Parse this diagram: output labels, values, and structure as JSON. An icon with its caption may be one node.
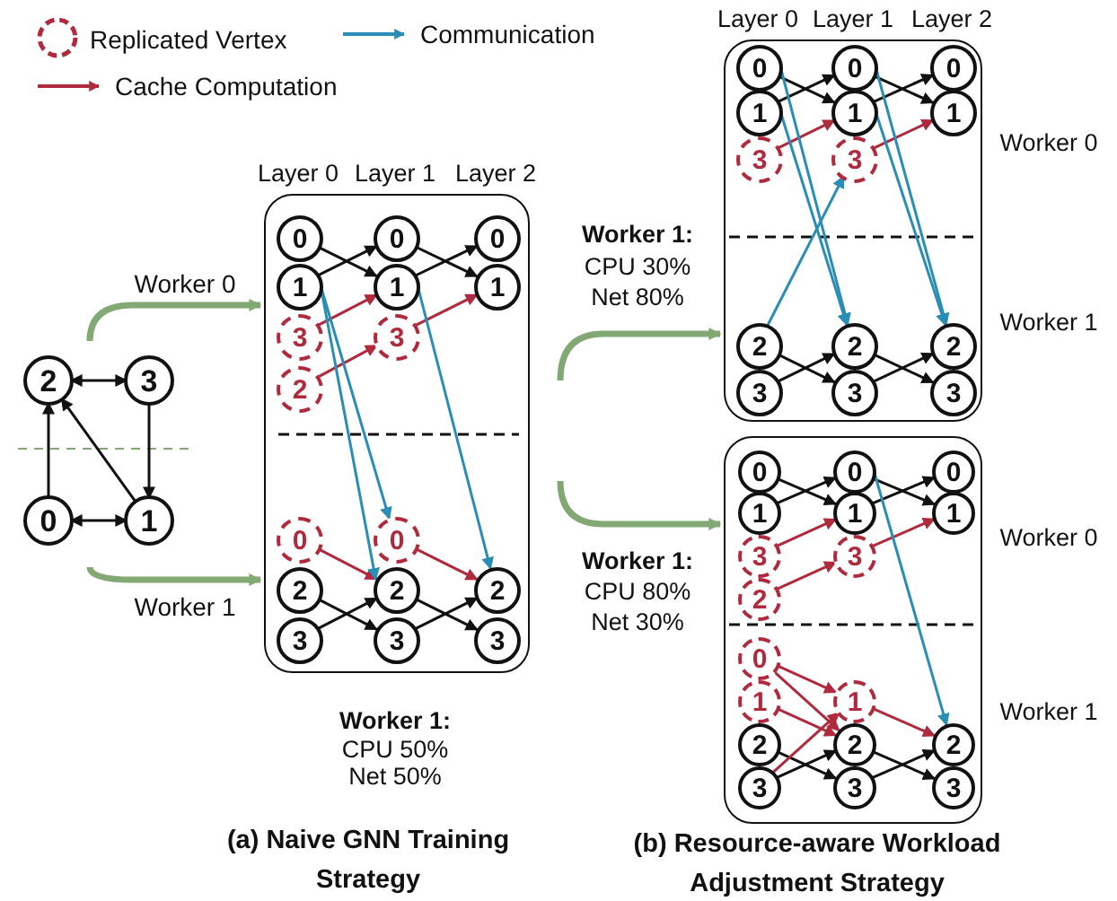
{
  "diagram": {
    "nodes": [
      {
        "text": [
          "2"
        ]
      },
      {
        "text": [
          "3"
        ]
      },
      {
        "text": [
          "0"
        ]
      },
      {
        "text": [
          "1"
        ]
      },
      {
        "text": [],
        "shape": "box"
      },
      {
        "text": [
          "0"
        ],
        "in": 4
      },
      {
        "text": [
          "1"
        ],
        "in": 4
      },
      {
        "text": [
          "3"
        ],
        "in": 4
      },
      {
        "text": [
          "2"
        ],
        "in": 4
      },
      {
        "text": [
          "0"
        ],
        "in": 4
      },
      {
        "text": [
          "2"
        ],
        "in": 4
      },
      {
        "text": [
          "3"
        ],
        "in": 4
      },
      {
        "text": [
          "0"
        ],
        "in": 4
      },
      {
        "text": [
          "1"
        ],
        "in": 4
      },
      {
        "text": [
          "3"
        ],
        "in": 4
      },
      {
        "text": [
          "0"
        ],
        "in": 4
      },
      {
        "text": [
          "2"
        ],
        "in": 4
      },
      {
        "text": [
          "3"
        ],
        "in": 4
      },
      {
        "text": [
          "0"
        ],
        "in": 4
      },
      {
        "text": [
          "1"
        ],
        "in": 4
      },
      {
        "text": [
          "2"
        ],
        "in": 4
      },
      {
        "text": [
          "3"
        ],
        "in": 4
      },
      {
        "text": [],
        "shape": "box"
      },
      {
        "text": [
          "0"
        ],
        "in": 22
      },
      {
        "text": [
          "1"
        ],
        "in": 22
      },
      {
        "text": [
          "3"
        ],
        "in": 22
      },
      {
        "text": [
          "2"
        ],
        "in": 22
      },
      {
        "text": [
          "3"
        ],
        "in": 22
      },
      {
        "text": [
          "0"
        ],
        "in": 22
      },
      {
        "text": [
          "1"
        ],
        "in": 22
      },
      {
        "text": [
          "3"
        ],
        "in": 22
      },
      {
        "text": [
          "2"
        ],
        "in": 22
      },
      {
        "text": [
          "3"
        ],
        "in": 22
      },
      {
        "text": [
          "0"
        ],
        "in": 22
      },
      {
        "text": [
          "1"
        ],
        "in": 22
      },
      {
        "text": [
          "2"
        ],
        "in": 22
      },
      {
        "text": [
          "3"
        ],
        "in": 22
      },
      {
        "text": [],
        "shape": "box"
      },
      {
        "text": [
          "0"
        ],
        "in": 37
      },
      {
        "text": [
          "1"
        ],
        "in": 37
      },
      {
        "text": [
          "3"
        ],
        "in": 37
      },
      {
        "text": [
          "2"
        ],
        "in": 37
      },
      {
        "text": [
          "0"
        ],
        "in": 37
      },
      {
        "text": [
          "1"
        ],
        "in": 37
      },
      {
        "text": [
          "2"
        ],
        "in": 37
      },
      {
        "text": [
          "3"
        ],
        "in": 37
      },
      {
        "text": [
          "0"
        ],
        "in": 37
      },
      {
        "text": [
          "1"
        ],
        "in": 37
      },
      {
        "text": [
          "3"
        ],
        "in": 37
      },
      {
        "text": [
          "1"
        ],
        "in": 37
      },
      {
        "text": [
          "2"
        ],
        "in": 37
      },
      {
        "text": [
          "3"
        ],
        "in": 37
      },
      {
        "text": [
          "0"
        ],
        "in": 37
      },
      {
        "text": [
          "1"
        ],
        "in": 37
      },
      {
        "text": [
          "2"
        ],
        "in": 37
      },
      {
        "text": [
          "3"
        ],
        "in": 37
      }
    ],
    "edges": [
      {
        "from": 0,
        "to": 1,
        "arrow": "both"
      },
      {
        "from": 1,
        "to": 3,
        "arrow": "to"
      },
      {
        "from": 2,
        "to": 0,
        "arrow": "to"
      },
      {
        "from": 3,
        "to": 0,
        "arrow": "to"
      },
      {
        "from": 2,
        "to": 3,
        "arrow": "both"
      },
      {
        "from": null,
        "to": 4,
        "arrow": "to",
        "label": "Worker 0",
        "style": "thick",
        "color": "#82a874"
      },
      {
        "from": null,
        "to": 4,
        "arrow": "to",
        "label": "Worker 1",
        "style": "thick",
        "color": "#82a874"
      },
      {
        "from": null,
        "to": 22,
        "arrow": "to",
        "style": "thick",
        "color": "#82a874"
      },
      {
        "from": null,
        "to": 37,
        "arrow": "to",
        "style": "thick",
        "color": "#82a874"
      },
      {
        "from": 5,
        "to": 13,
        "arrow": "to"
      },
      {
        "from": 6,
        "to": 12,
        "arrow": "to"
      },
      {
        "from": 12,
        "to": 19,
        "arrow": "to"
      },
      {
        "from": 13,
        "to": 18,
        "arrow": "to"
      },
      {
        "from": 10,
        "to": 17,
        "arrow": "to"
      },
      {
        "from": 11,
        "to": 16,
        "arrow": "to"
      },
      {
        "from": 16,
        "to": 21,
        "arrow": "to"
      },
      {
        "from": 17,
        "to": 20,
        "arrow": "to"
      },
      {
        "from": 7,
        "to": 13,
        "arrow": "to",
        "color": "#b02a3e"
      },
      {
        "from": 8,
        "to": 14,
        "arrow": "to",
        "color": "#b02a3e"
      },
      {
        "from": 14,
        "to": 19,
        "arrow": "to",
        "color": "#b02a3e"
      },
      {
        "from": 9,
        "to": 16,
        "arrow": "to",
        "color": "#b02a3e"
      },
      {
        "from": 15,
        "to": 20,
        "arrow": "to",
        "color": "#b02a3e"
      },
      {
        "from": 6,
        "to": 15,
        "arrow": "to",
        "color": "#2a8db5"
      },
      {
        "from": 6,
        "to": 16,
        "arrow": "to",
        "color": "#2a8db5"
      },
      {
        "from": 13,
        "to": 20,
        "arrow": "to",
        "color": "#2a8db5"
      },
      {
        "from": 23,
        "to": 29,
        "arrow": "to"
      },
      {
        "from": 24,
        "to": 28,
        "arrow": "to"
      },
      {
        "from": 28,
        "to": 34,
        "arrow": "to"
      },
      {
        "from": 29,
        "to": 33,
        "arrow": "to"
      },
      {
        "from": 26,
        "to": 32,
        "arrow": "to"
      },
      {
        "from": 27,
        "to": 31,
        "arrow": "to"
      },
      {
        "from": 31,
        "to": 36,
        "arrow": "to"
      },
      {
        "from": 32,
        "to": 35,
        "arrow": "to"
      },
      {
        "from": 25,
        "to": 29,
        "arrow": "to",
        "color": "#b02a3e"
      },
      {
        "from": 30,
        "to": 34,
        "arrow": "to",
        "color": "#b02a3e"
      },
      {
        "from": 23,
        "to": 31,
        "arrow": "to",
        "color": "#2a8db5"
      },
      {
        "from": 24,
        "to": 31,
        "arrow": "to",
        "color": "#2a8db5"
      },
      {
        "from": 28,
        "to": 35,
        "arrow": "to",
        "color": "#2a8db5"
      },
      {
        "from": 29,
        "to": 35,
        "arrow": "to",
        "color": "#2a8db5"
      },
      {
        "from": 26,
        "to": 30,
        "arrow": "to",
        "color": "#2a8db5"
      },
      {
        "from": 38,
        "to": 47,
        "arrow": "to"
      },
      {
        "from": 39,
        "to": 46,
        "arrow": "to"
      },
      {
        "from": 46,
        "to": 53,
        "arrow": "to"
      },
      {
        "from": 47,
        "to": 52,
        "arrow": "to"
      },
      {
        "from": 44,
        "to": 51,
        "arrow": "to"
      },
      {
        "from": 45,
        "to": 50,
        "arrow": "to"
      },
      {
        "from": 50,
        "to": 55,
        "arrow": "to"
      },
      {
        "from": 51,
        "to": 54,
        "arrow": "to"
      },
      {
        "from": 40,
        "to": 47,
        "arrow": "to",
        "color": "#b02a3e"
      },
      {
        "from": 41,
        "to": 48,
        "arrow": "to",
        "color": "#b02a3e"
      },
      {
        "from": 48,
        "to": 53,
        "arrow": "to",
        "color": "#b02a3e"
      },
      {
        "from": 42,
        "to": 49,
        "arrow": "to",
        "color": "#b02a3e"
      },
      {
        "from": 42,
        "to": 50,
        "arrow": "to",
        "color": "#b02a3e"
      },
      {
        "from": 43,
        "to": 50,
        "arrow": "to",
        "color": "#b02a3e"
      },
      {
        "from": 45,
        "to": 49,
        "arrow": "to",
        "color": "#b02a3e"
      },
      {
        "from": 49,
        "to": 54,
        "arrow": "to",
        "color": "#b02a3e"
      },
      {
        "from": 46,
        "to": 54,
        "arrow": "to",
        "color": "#2a8db5"
      }
    ],
    "labels": [
      "Layer 0",
      "Layer 1",
      "Layer 2",
      "Layer 0",
      "Layer 1",
      "Layer 2",
      "Worker 0",
      "Worker 1:",
      "CPU 30%",
      "Net 80%",
      "Worker 1",
      "Worker 0",
      "Worker 1:",
      "CPU 80%",
      "Net 30%",
      "Worker 1",
      "Worker 1:",
      "CPU 50%",
      "Net 50%",
      "(a) Naive GNN Training Strategy",
      "(b) Resource-aware Workload Adjustment Strategy"
    ],
    "legend": [
      {
        "text": "Replicated Vertex"
      },
      {
        "text": "Communication"
      },
      {
        "text": "Cache Computation"
      }
    ]
  }
}
